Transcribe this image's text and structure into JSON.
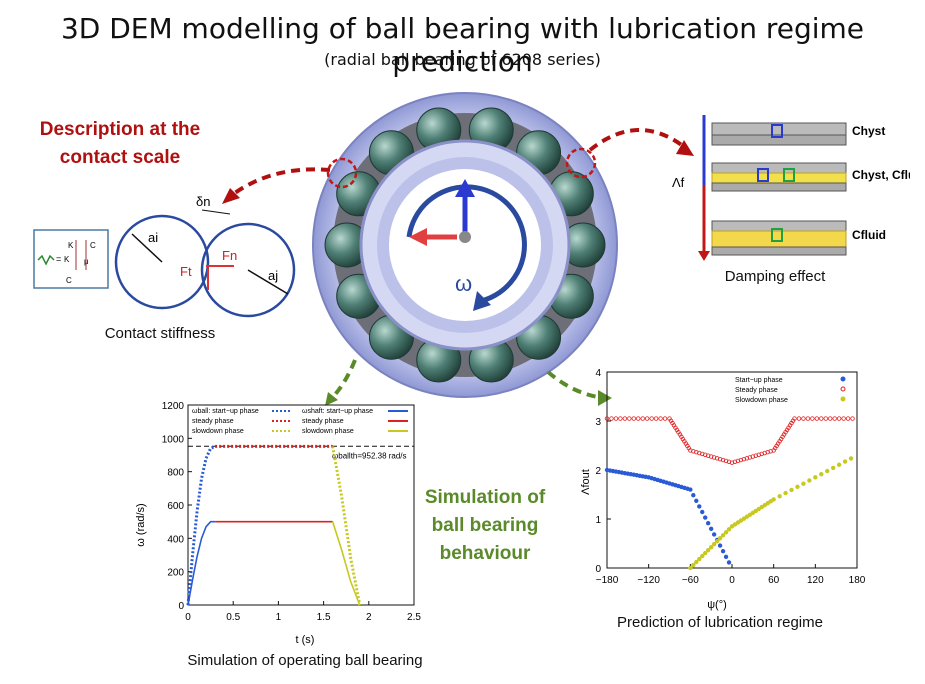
{
  "title": "3D DEM modelling of ball bearing with lubrication regime prediction",
  "subtitle": "(radial ball bearing of 6208 series)",
  "sections": {
    "contact_heading_line1": "Description at the",
    "contact_heading_line2": "contact scale",
    "contact_caption": "Contact stiffness",
    "damping_caption": "Damping effect",
    "simulation_heading_line1": "Simulation of",
    "simulation_heading_line2": "ball bearing",
    "simulation_heading_line3": "behaviour",
    "operating_caption": "Simulation of operating ball bearing",
    "lubrication_caption": "Prediction of lubrication regime"
  },
  "bearing": {
    "omega_label": "ω"
  },
  "contact_diagram": {
    "delta_label": "δn",
    "ai_label": "ai",
    "aj_label": "aj",
    "ft_label": "Ft",
    "fn_label": "Fn",
    "spring_labels": [
      "K",
      "C",
      "K",
      "μ",
      "C"
    ]
  },
  "damping_diagram": {
    "labels": [
      "Chyst",
      "Chyst, Cfluid",
      "Cfluid"
    ],
    "lambda_label": "Λf"
  },
  "colors": {
    "accent_red": "#b01010",
    "accent_green": "#5a8a2a",
    "start_up": "#2a5bd7",
    "steady": "#e02020",
    "slowdown": "#c8c820"
  },
  "chart_data": [
    {
      "type": "line",
      "xlabel": "t (s)",
      "ylabel": "ω (rad/s)",
      "xlim": [
        0,
        2.5
      ],
      "ylim": [
        0,
        1200
      ],
      "xticks": [
        "0",
        "0.5",
        "1",
        "1.5",
        "2",
        "2.5"
      ],
      "yticks": [
        "0",
        "200",
        "400",
        "600",
        "800",
        "1000",
        "1200"
      ],
      "legend_ball": [
        "ωball: start−up phase",
        "steady phase",
        "slowdown phase"
      ],
      "legend_shaft": [
        "ωshaft: start−up phase",
        "steady phase",
        "slowdown phase"
      ],
      "annotation": "ωballth=952.38 rad/s",
      "reference_line": 952.38,
      "series": [
        {
          "name": "ωball: start−up phase",
          "x": [
            0,
            0.05,
            0.1,
            0.15,
            0.2,
            0.25,
            0.3
          ],
          "values": [
            0,
            300,
            560,
            760,
            880,
            940,
            952
          ]
        },
        {
          "name": "steady phase",
          "x": [
            0.3,
            1.6
          ],
          "values": [
            952,
            952
          ]
        },
        {
          "name": "slowdown phase",
          "x": [
            1.6,
            1.7,
            1.8,
            1.9
          ],
          "values": [
            952,
            650,
            280,
            0
          ]
        },
        {
          "name": "ωshaft: start−up phase",
          "x": [
            0,
            0.05,
            0.1,
            0.15,
            0.2,
            0.25,
            0.3
          ],
          "values": [
            0,
            150,
            290,
            400,
            470,
            500,
            500
          ]
        },
        {
          "name": "steady phase",
          "x": [
            0.3,
            1.6
          ],
          "values": [
            500,
            500
          ]
        },
        {
          "name": "slowdown phase",
          "x": [
            1.6,
            1.7,
            1.8,
            1.9
          ],
          "values": [
            500,
            330,
            140,
            0
          ]
        }
      ]
    },
    {
      "type": "scatter",
      "xlabel": "ψ(°)",
      "ylabel": "Λfout",
      "xlim": [
        -180,
        180
      ],
      "ylim": [
        0,
        4
      ],
      "xticks": [
        "−180",
        "−120",
        "−60",
        "0",
        "60",
        "120",
        "180"
      ],
      "yticks": [
        "0",
        "1",
        "2",
        "3",
        "4"
      ],
      "series": [
        {
          "name": "Start−up phase",
          "x": [
            -180,
            -120,
            -60,
            0
          ],
          "values": [
            2.0,
            1.85,
            1.6,
            0.0
          ]
        },
        {
          "name": "Steady phase",
          "x": [
            -180,
            -90,
            -60,
            0,
            60,
            90,
            180
          ],
          "values": [
            3.05,
            3.05,
            2.4,
            2.15,
            2.4,
            3.05,
            3.05
          ]
        },
        {
          "name": "Slowdown phase",
          "x": [
            -60,
            0,
            60,
            180
          ],
          "values": [
            0.0,
            0.85,
            1.4,
            2.3
          ]
        }
      ]
    }
  ]
}
